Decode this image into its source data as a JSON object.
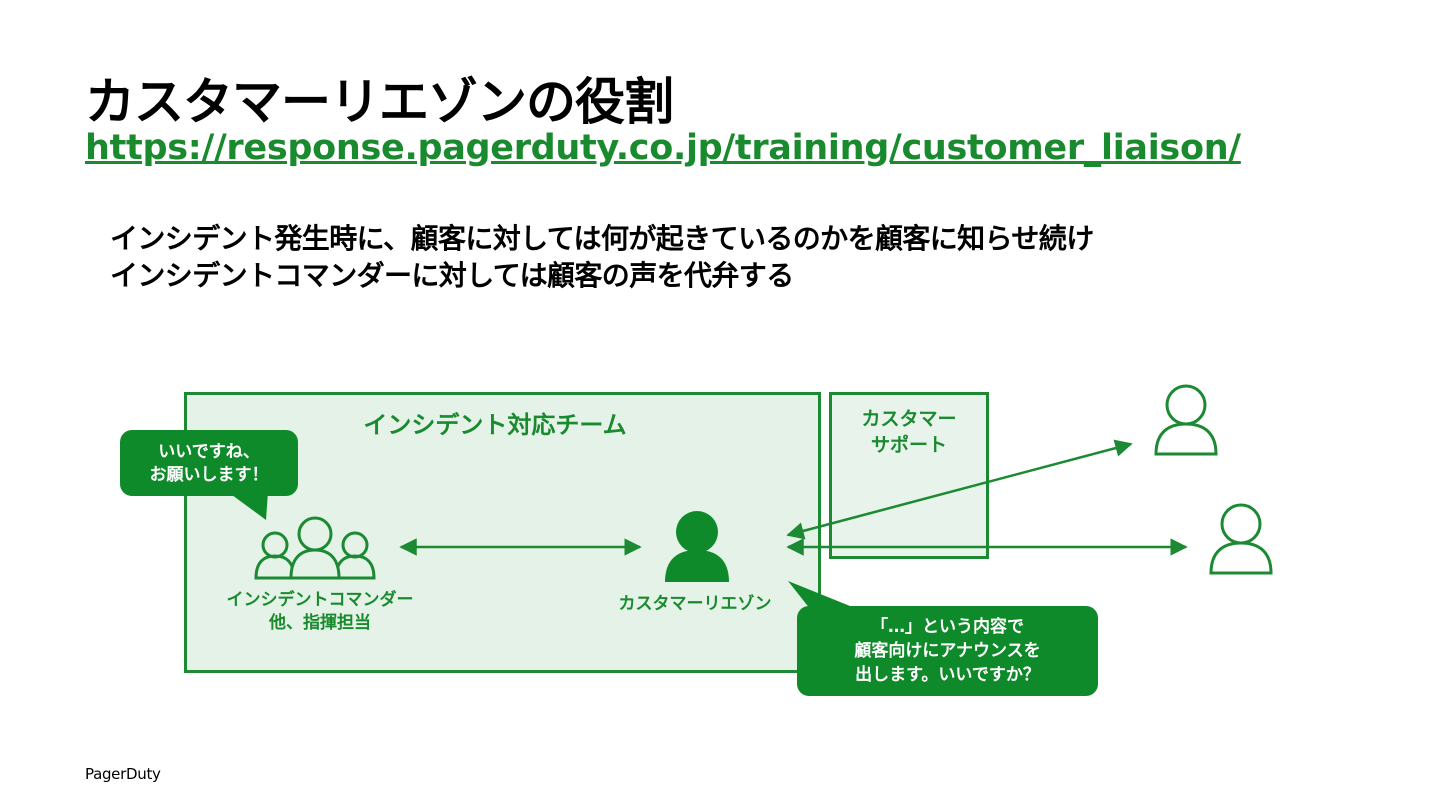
{
  "slide": {
    "title": "カスタマーリエゾンの役割",
    "url": "https://response.pagerduty.co.jp/training/customer_liaison/",
    "description": [
      "インシデント発生時に、顧客に対しては何が起きているのかを顧客に知らせ続け",
      "インシデントコマンダーに対しては顧客の声を代弁する"
    ],
    "footer_brand": "PagerDuty"
  },
  "diagram": {
    "team_label": "インシデント対応チーム",
    "support_label": [
      "カスタマー",
      "サポート"
    ],
    "commander_label": [
      "インシデントコマンダー",
      "他、指揮担当"
    ],
    "liaison_label": "カスタマーリエゾン",
    "commander_bubble": [
      "いいですね、",
      "お願いします！"
    ],
    "liaison_bubble": [
      "「…」という内容で",
      "顧客向けにアナウンスを",
      "出します。いいですか？"
    ]
  },
  "colors": {
    "accent": "#1b8a32",
    "bubble": "#0f8a2a",
    "panel": "#e4f2e7"
  },
  "icons": [
    "commander-group-icon",
    "liaison-person-icon",
    "customer-icon"
  ]
}
